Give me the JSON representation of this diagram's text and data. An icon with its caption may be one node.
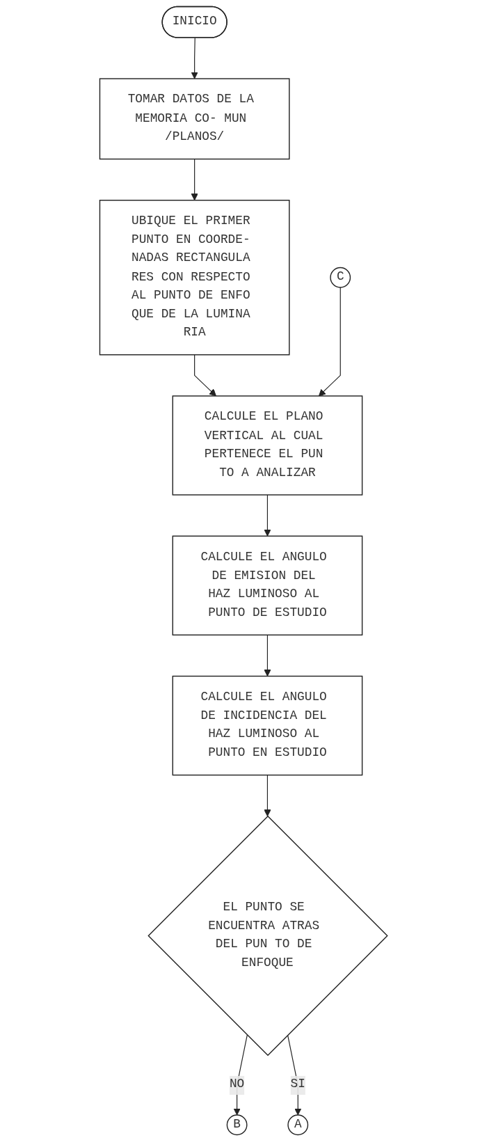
{
  "diagram": {
    "nodes": [
      {
        "text": [
          "INICIO"
        ]
      },
      {
        "text": [
          "TOMAR DATOS DE LA MEMORIA CO- MUN /PLANOS/"
        ]
      },
      {
        "text": [
          "UBIQUE EL PRIMER PUNTO EN COORDE- NADAS RECTANGULA RES CON RESPECTO AL PUNTO DE ENFO QUE DE LA LUMINA RIA"
        ]
      },
      {
        "text": [
          "C"
        ]
      },
      {
        "text": [
          "CALCULE EL PLANO VERTICAL AL CUAL PERTENECE EL PUN TO A ANALIZAR"
        ]
      },
      {
        "text": [
          "CALCULE EL ANGULO DE EMISION DEL HAZ LUMINOSO AL PUNTO DE ESTUDIO"
        ]
      },
      {
        "text": [
          "CALCULE EL ANGULO DE INCIDENCIA DEL HAZ LUMINOSO AL PUNTO EN ESTUDIO"
        ]
      },
      {
        "text": [
          "EL PUNTO SE ENCUENTRA ATRAS DEL PUN TO DE ENFOQUE"
        ]
      },
      {
        "text": [
          "B"
        ]
      },
      {
        "text": [
          "A"
        ]
      }
    ],
    "edges": [
      {
        "from": 0,
        "to": 1,
        "arrow": "to"
      },
      {
        "from": 1,
        "to": 2,
        "arrow": "to"
      },
      {
        "from": 2,
        "to": 4,
        "arrow": "to"
      },
      {
        "from": 3,
        "to": 4,
        "arrow": "to"
      },
      {
        "from": 4,
        "to": 5,
        "arrow": "to"
      },
      {
        "from": 5,
        "to": 6,
        "arrow": "to"
      },
      {
        "from": 6,
        "to": 7,
        "arrow": "to"
      },
      {
        "from": 7,
        "to": 8,
        "arrow": "to",
        "label": "NO"
      },
      {
        "from": 7,
        "to": 9,
        "arrow": "to",
        "label": "SI"
      }
    ]
  }
}
